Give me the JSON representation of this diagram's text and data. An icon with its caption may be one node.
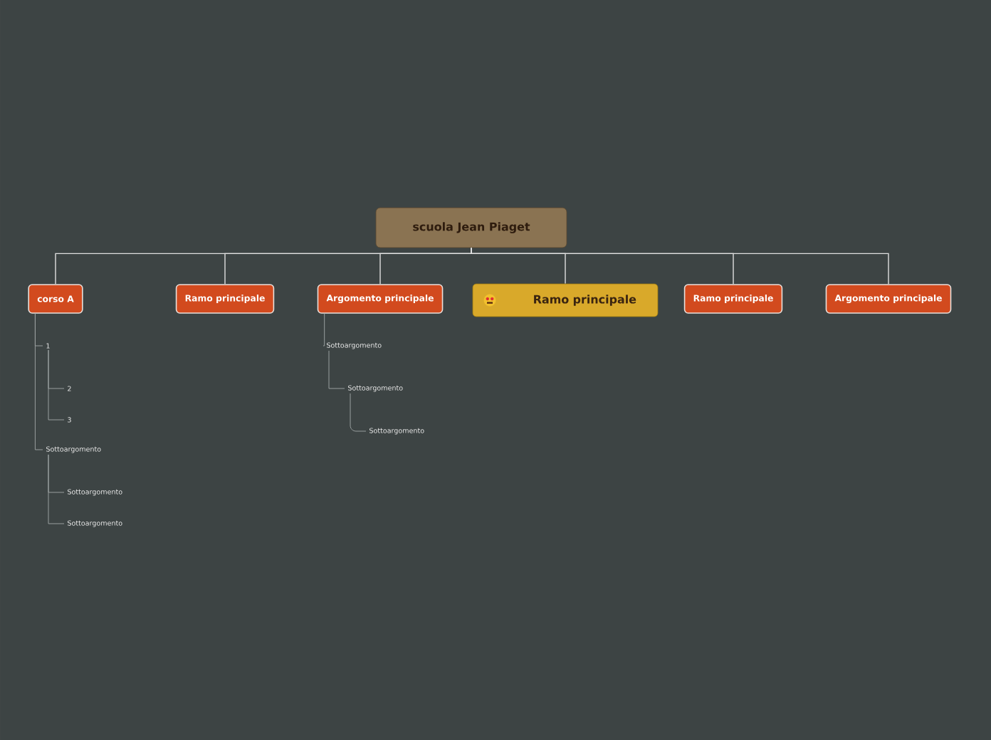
{
  "diagram": {
    "nodes": [
      {
        "text": [
          "scuola Jean Piaget"
        ]
      },
      {
        "text": [
          "corso A"
        ]
      },
      {
        "text": [
          "Ramo principale"
        ]
      },
      {
        "text": [
          "Argomento principale"
        ]
      },
      {
        "text": [
          "Ramo principale"
        ]
      },
      {
        "text": [
          "Ramo principale"
        ]
      },
      {
        "text": [
          "Argomento principale"
        ]
      },
      {
        "text": [
          "1"
        ]
      },
      {
        "text": [
          "2"
        ]
      },
      {
        "text": [
          "3"
        ]
      },
      {
        "text": [
          "Sottoargomento"
        ]
      },
      {
        "text": [
          "Sottoargomento"
        ]
      },
      {
        "text": [
          "Sottoargomento"
        ]
      },
      {
        "text": [
          "Sottoargomento"
        ]
      },
      {
        "text": [
          "Sottoargomento"
        ]
      },
      {
        "text": [
          "Sottoargomento"
        ]
      }
    ],
    "edges": [
      {
        "from": 0,
        "to": 1,
        "arrow": "none"
      },
      {
        "from": 0,
        "to": 2,
        "arrow": "none"
      },
      {
        "from": 0,
        "to": 3,
        "arrow": "none"
      },
      {
        "from": 0,
        "to": 4,
        "arrow": "none"
      },
      {
        "from": 0,
        "to": 5,
        "arrow": "none"
      },
      {
        "from": 0,
        "to": 6,
        "arrow": "none"
      },
      {
        "from": 1,
        "to": 7,
        "arrow": "none"
      },
      {
        "from": 7,
        "to": 8,
        "arrow": "none"
      },
      {
        "from": 7,
        "to": 9,
        "arrow": "none"
      },
      {
        "from": 1,
        "to": 10,
        "arrow": "none"
      },
      {
        "from": 10,
        "to": 11,
        "arrow": "none"
      },
      {
        "from": 10,
        "to": 12,
        "arrow": "none"
      },
      {
        "from": 3,
        "to": 13,
        "arrow": "none"
      },
      {
        "from": 13,
        "to": 14,
        "arrow": "none"
      },
      {
        "from": 14,
        "to": 15,
        "arrow": "none"
      }
    ]
  }
}
